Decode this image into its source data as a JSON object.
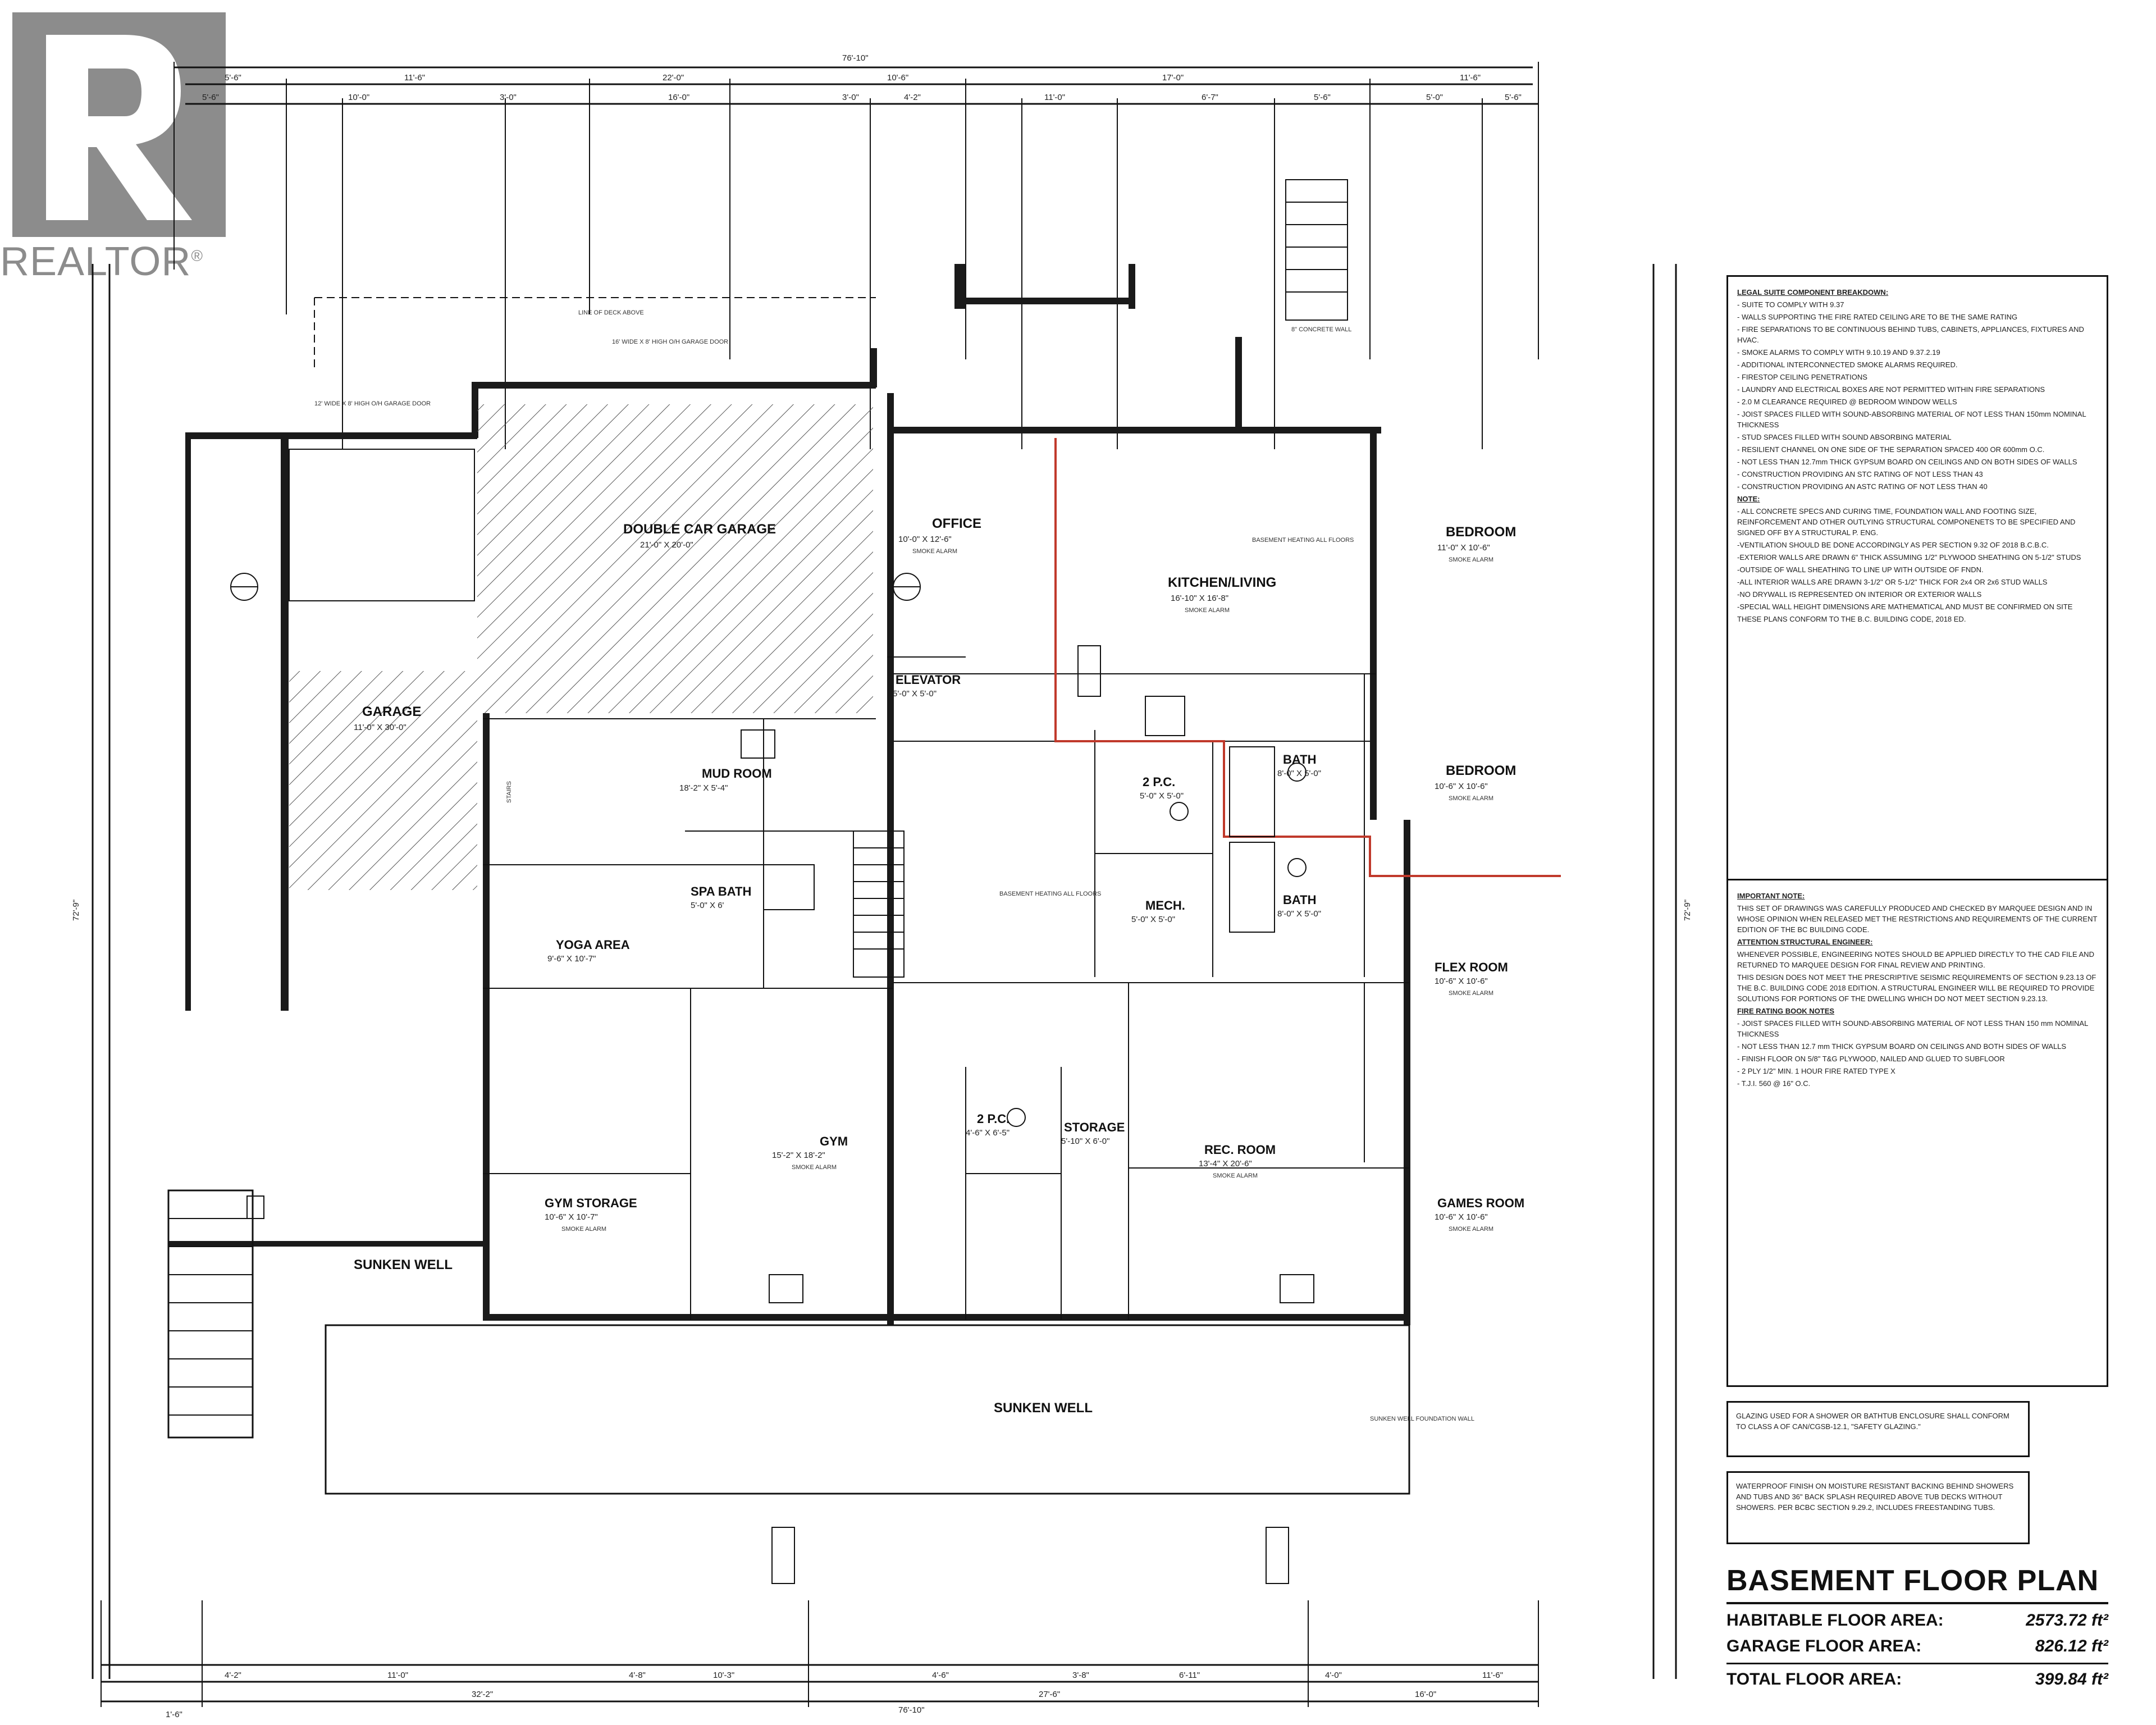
{
  "watermark": {
    "brand": "REALTOR",
    "registered": "®"
  },
  "title": "BASEMENT FLOOR PLAN",
  "areas": [
    {
      "label": "HABITABLE FLOOR AREA:",
      "value": "2573.72 ft²"
    },
    {
      "label": "GARAGE FLOOR AREA:",
      "value": "826.12 ft²"
    },
    {
      "label": "TOTAL FLOOR AREA:",
      "value": "399.84 ft²"
    }
  ],
  "rooms": {
    "double_garage": {
      "name": "DOUBLE CAR GARAGE",
      "size": "21'-0\" X 20'-0\""
    },
    "garage": {
      "name": "GARAGE",
      "size": "11'-0\" X 30'-0\""
    },
    "office": {
      "name": "OFFICE",
      "size": "10'-0\" X 12'-6\"",
      "alarm": "SMOKE ALARM"
    },
    "kitchen_living": {
      "name": "KITCHEN/LIVING",
      "size": "16'-10\" X 16'-8\"",
      "alarm": "SMOKE ALARM"
    },
    "bedroom1": {
      "name": "BEDROOM",
      "size": "11'-0\" X 10'-6\"",
      "alarm": "SMOKE ALARM"
    },
    "bedroom2": {
      "name": "BEDROOM",
      "size": "10'-6\" X 10'-6\"",
      "alarm": "SMOKE ALARM"
    },
    "elevator": {
      "name": "ELEVATOR",
      "size": "5'-0\" X 5'-0\""
    },
    "mud_room": {
      "name": "MUD ROOM",
      "size": "18'-2\" X 5'-4\""
    },
    "two_pc": {
      "name": "2 P.C.",
      "size": "5'-0\" X 5'-0\""
    },
    "bath1": {
      "name": "BATH",
      "size": "8'-0\" X 5'-0\""
    },
    "bath2": {
      "name": "BATH",
      "size": "8'-0\" X 5'-0\""
    },
    "mech": {
      "name": "MECH.",
      "size": "5'-0\" X 5'-0\""
    },
    "spa_bath": {
      "name": "SPA BATH",
      "size": "5'-0\" X 6'"
    },
    "yoga": {
      "name": "YOGA AREA",
      "size": "9'-6\" X 10'-7\""
    },
    "flex": {
      "name": "FLEX ROOM",
      "size": "10'-6\" X 10'-6\"",
      "alarm": "SMOKE ALARM"
    },
    "gym": {
      "name": "GYM",
      "size": "15'-2\" X 18'-2\"",
      "alarm": "SMOKE ALARM"
    },
    "two_pc_b": {
      "name": "2 P.C.",
      "size": "4'-6\" X 6'-5\""
    },
    "storage": {
      "name": "STORAGE",
      "size": "5'-10\" X 6'-0\""
    },
    "rec_room": {
      "name": "REC. ROOM",
      "size": "13'-4\" X 20'-6\"",
      "alarm": "SMOKE ALARM"
    },
    "gym_storage": {
      "name": "GYM STORAGE",
      "size": "10'-6\" X 10'-7\"",
      "alarm": "SMOKE ALARM"
    },
    "games_room": {
      "name": "GAMES ROOM",
      "size": "10'-6\" X 10'-6\"",
      "alarm": "SMOKE ALARM"
    },
    "sunken_well_w": {
      "name": "SUNKEN WELL"
    },
    "sunken_well_s": {
      "name": "SUNKEN WELL"
    }
  },
  "dimensions": {
    "overall_width": "76'-10\"",
    "overall_depth": "72'-9\"",
    "top_row_a": [
      "5'-6\"",
      "11'-6\"",
      "22'-0\"",
      "10'-6\"",
      "17'-0\"",
      "11'-6\""
    ],
    "top_row_b": [
      "5'-6\"",
      "10'-0\"",
      "3'-0\"",
      "16'-0\"",
      "3'-0\"",
      "4'-2\"",
      "11'-0\"",
      "6'-7\"",
      "5'-6\"",
      "5'-0\"",
      "5'-6\""
    ],
    "bottom_row_a": [
      "1'-6\"",
      "32'-2\"",
      "27'-6\"",
      "16'-0\""
    ],
    "bottom_row_b": [
      "4'-2\"",
      "11'-0\"",
      "4'-8\"",
      "10'-3\"",
      "4'-6\"",
      "3'-8\"",
      "6'-11\"",
      "4'-0\"",
      "11'-6\""
    ]
  },
  "plan_notes": {
    "line_of_deck": "LINE OF DECK ABOVE",
    "garage_door_1": "16' WIDE X 8' HIGH O/H GARAGE DOOR",
    "garage_door_2": "12' WIDE X 8' HIGH O/H GARAGE DOOR",
    "concrete_wall": "8\" CONCRETE WALL",
    "sunken_well_wall": "SUNKEN WELL FOUNDATION WALL",
    "basement_heating_1": "BASEMENT HEATING ALL FLOORS",
    "basement_heating_2": "BASEMENT HEATING ALL FLOORS",
    "stairs": "STAIRS"
  },
  "notes_box_1": {
    "heading": "LEGAL SUITE COMPONENT BREAKDOWN:",
    "lines": [
      "- SUITE TO COMPLY WITH 9.37",
      "- WALLS SUPPORTING THE FIRE RATED CEILING ARE TO BE THE SAME RATING",
      "- FIRE SEPARATIONS TO BE CONTINUOUS BEHIND TUBS, CABINETS, APPLIANCES, FIXTURES AND HVAC.",
      "- SMOKE ALARMS TO COMPLY WITH 9.10.19 AND 9.37.2.19",
      "- ADDITIONAL INTERCONNECTED SMOKE ALARMS REQUIRED.",
      "- FIRESTOP CEILING PENETRATIONS",
      "- LAUNDRY AND ELECTRICAL BOXES ARE NOT PERMITTED WITHIN FIRE SEPARATIONS",
      "- 2.0 M CLEARANCE REQUIRED @ BEDROOM WINDOW WELLS",
      "- JOIST SPACES FILLED WITH SOUND-ABSORBING MATERIAL OF NOT LESS THAN 150mm NOMINAL THICKNESS",
      "- STUD SPACES FILLED WITH SOUND ABSORBING MATERIAL",
      "- RESILIENT CHANNEL ON ONE SIDE OF THE SEPARATION SPACED 400 OR 600mm O.C.",
      "- NOT LESS THAN 12.7mm THICK GYPSUM BOARD ON CEILINGS AND ON BOTH SIDES OF WALLS",
      "- CONSTRUCTION PROVIDING AN STC RATING OF NOT LESS THAN 43",
      "- CONSTRUCTION PROVIDING AN ASTC RATING OF NOT LESS THAN 40"
    ],
    "note_heading": "NOTE:",
    "note_lines": [
      "- ALL CONCRETE SPECS AND CURING TIME, FOUNDATION WALL AND FOOTING SIZE, REINFORCEMENT AND OTHER OUTLYING STRUCTURAL COMPONENETS TO BE SPECIFIED AND SIGNED OFF BY A STRUCTURAL P. ENG.",
      "-VENTILATION SHOULD BE DONE ACCORDINGLY AS PER SECTION 9.32 OF 2018 B.C.B.C.",
      "-EXTERIOR WALLS ARE DRAWN 6\" THICK ASSUMING 1/2\" PLYWOOD SHEATHING ON 5-1/2\" STUDS",
      "-OUTSIDE OF WALL SHEATHING TO LINE UP WITH OUTSIDE OF FNDN.",
      "-ALL INTERIOR WALLS ARE DRAWN 3-1/2\" OR 5-1/2\" THICK FOR 2x4 OR 2x6 STUD WALLS",
      "-NO DRYWALL IS REPRESENTED ON INTERIOR OR EXTERIOR WALLS",
      "-SPECIAL WALL HEIGHT DIMENSIONS ARE MATHEMATICAL AND MUST BE CONFIRMED ON SITE",
      "THESE PLANS CONFORM TO THE B.C. BUILDING CODE, 2018 ED."
    ]
  },
  "notes_box_2": {
    "heading": "IMPORTANT NOTE:",
    "lines": [
      "THIS SET OF DRAWINGS WAS CAREFULLY PRODUCED AND CHECKED BY MARQUEE DESIGN AND IN WHOSE OPINION WHEN RELEASED MET THE RESTRICTIONS AND REQUIREMENTS OF THE CURRENT EDITION OF THE BC BUILDING CODE.",
      "ATTENTION STRUCTURAL ENGINEER:",
      "WHENEVER POSSIBLE, ENGINEERING NOTES SHOULD BE APPLIED DIRECTLY TO THE CAD FILE AND RETURNED TO MARQUEE DESIGN FOR FINAL REVIEW AND PRINTING.",
      "THIS DESIGN DOES NOT MEET THE PRESCRIPTIVE SEISMIC REQUIREMENTS OF SECTION 9.23.13 OF THE B.C. BUILDING CODE 2018 EDITION. A STRUCTURAL ENGINEER WILL BE REQUIRED TO PROVIDE SOLUTIONS FOR PORTIONS OF THE DWELLING WHICH DO NOT MEET SECTION 9.23.13.",
      "FIRE RATING BOOK NOTES",
      "- JOIST SPACES FILLED WITH SOUND-ABSORBING MATERIAL OF NOT LESS THAN 150 mm NOMINAL THICKNESS",
      "- NOT LESS THAN 12.7 mm THICK GYPSUM BOARD ON CEILINGS AND BOTH SIDES OF WALLS",
      "- FINISH FLOOR ON 5/8\" T&G PLYWOOD, NAILED AND GLUED TO SUBFLOOR",
      "- 2 PLY 1/2\" MIN. 1 HOUR FIRE RATED TYPE X",
      "- T.J.I. 560 @ 16\" O.C."
    ]
  },
  "notes_box_3": {
    "text": "GLAZING USED FOR A SHOWER OR BATHTUB ENCLOSURE SHALL CONFORM TO CLASS A OF CAN/CGSB-12.1, \"SAFETY GLAZING.\""
  },
  "notes_box_4": {
    "text": "WATERPROOF FINISH ON MOISTURE RESISTANT BACKING BEHIND SHOWERS AND TUBS AND 36\" BACK SPLASH REQUIRED ABOVE TUB DECKS WITHOUT SHOWERS. PER BCBC SECTION 9.29.2, INCLUDES FREESTANDING TUBS."
  },
  "colors": {
    "ink": "#111111",
    "hatch": "#555555",
    "fire_separation": "#c0392b",
    "watermark": "#8c8c8c"
  }
}
